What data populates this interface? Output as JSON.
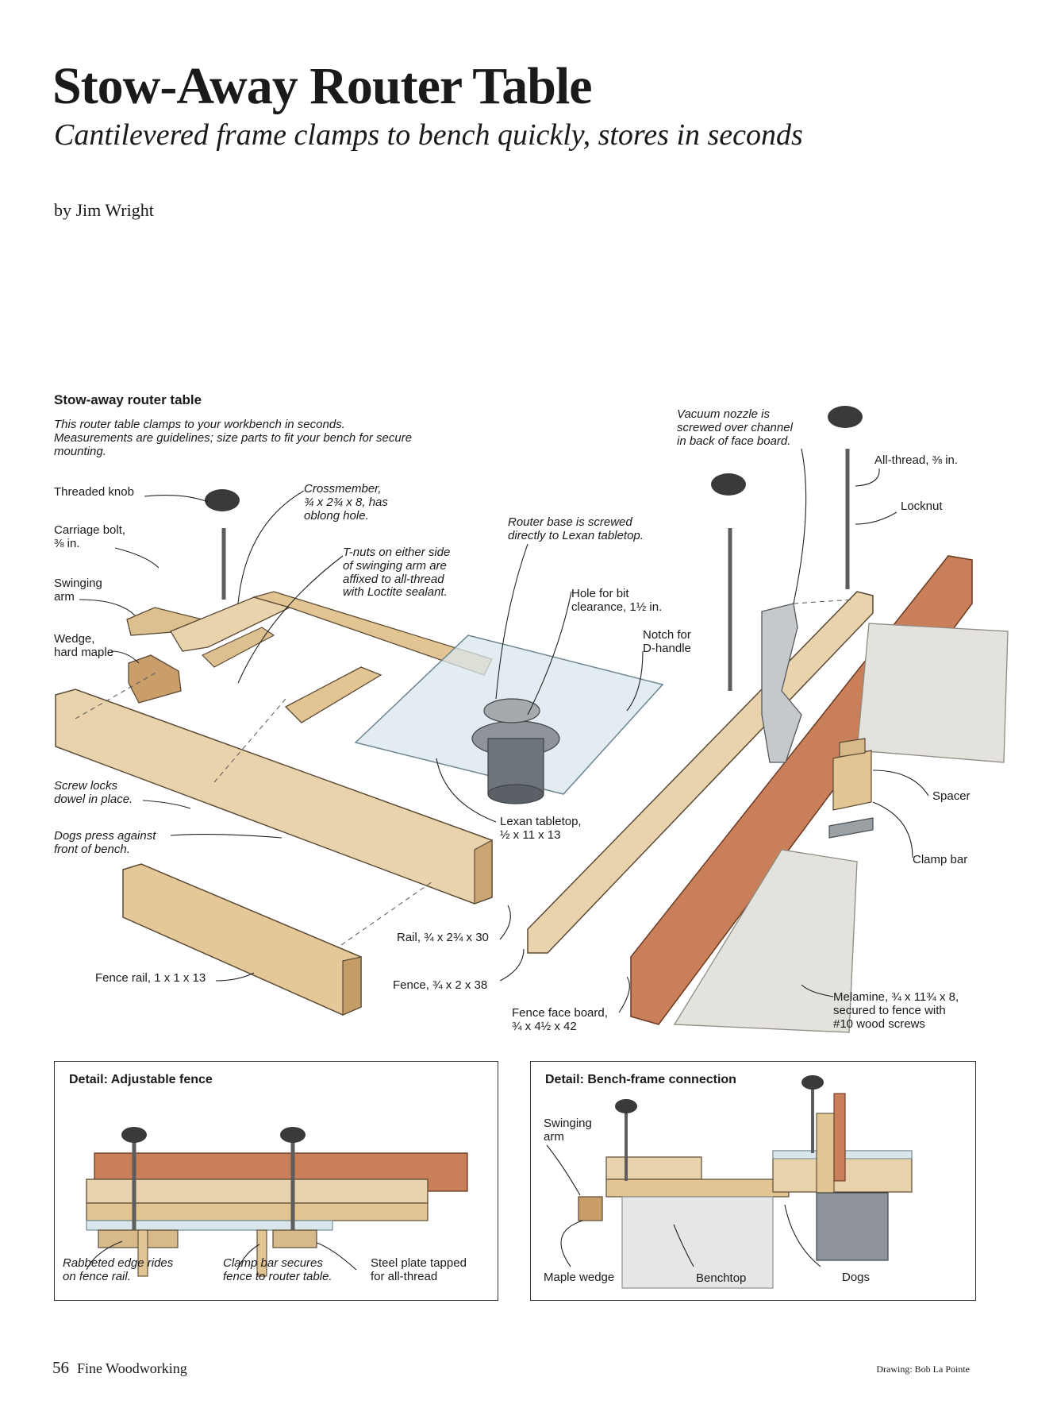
{
  "header": {
    "title": "Stow-Away Router Table",
    "subtitle": "Cantilevered frame clamps to bench quickly, stores in seconds",
    "byline": "by Jim Wright"
  },
  "figure": {
    "heading": "Stow-away router table",
    "intro": "This router table clamps to your workbench in seconds. Measurements are guidelines; size parts to fit your bench for secure mounting.",
    "labels": {
      "threaded_knob": "Threaded knob",
      "carriage_bolt": "Carriage bolt,\n⅜ in.",
      "swinging_arm": "Swinging\narm",
      "wedge": "Wedge,\nhard maple",
      "crossmember": "Crossmember,\n¾ x 2¾ x 8, has\noblong hole.",
      "tnuts": "T-nuts on either side\nof swinging arm are\naffixed to all-thread\nwith Loctite sealant.",
      "router_base": "Router base is screwed\ndirectly to Lexan tabletop.",
      "hole_bit": "Hole for bit\nclearance, 1½ in.",
      "notch": "Notch for\nD-handle",
      "vacuum": "Vacuum nozzle is\nscrewed over channel\nin back of face board.",
      "all_thread": "All-thread, ⅜ in.",
      "locknut": "Locknut",
      "spacer": "Spacer",
      "clamp_bar": "Clamp bar",
      "screw_locks": "Screw locks\ndowel in place.",
      "dogs_press": "Dogs press against\nfront of bench.",
      "lexan": "Lexan tabletop,\n½ x 11 x 13",
      "rail": "Rail, ¾ x 2¾ x 30",
      "fence": "Fence, ¾ x 2 x 38",
      "fence_rail": "Fence rail, 1 x 1 x 13",
      "fence_face": "Fence face board,\n¾ x 4½ x 42",
      "melamine": "Melamine, ¾ x 11¾ x 8,\nsecured to fence with\n#10 wood screws"
    }
  },
  "detail_fence": {
    "title": "Detail: Adjustable fence",
    "labels": {
      "rabbeted": "Rabbeted edge rides\non fence rail.",
      "clamp_secures": "Clamp bar secures\nfence to router table.",
      "steel_plate": "Steel plate tapped\nfor all-thread"
    }
  },
  "detail_bench": {
    "title": "Detail: Bench-frame connection",
    "labels": {
      "swinging_arm": "Swinging\narm",
      "maple_wedge": "Maple wedge",
      "benchtop": "Benchtop",
      "dogs": "Dogs"
    }
  },
  "footer": {
    "page_number": "56",
    "publication": "Fine Woodworking",
    "credit": "Drawing: Bob La Pointe"
  },
  "colors": {
    "wood_light": "#e9d3ad",
    "wood_mid": "#d8b98a",
    "wood_dark": "#b9875a",
    "face_board": "#c9805a",
    "melamine": "#e4e2dc",
    "lexan": "#d9e7ec",
    "router": "#8e9499",
    "knob": "#3a3a3a"
  }
}
